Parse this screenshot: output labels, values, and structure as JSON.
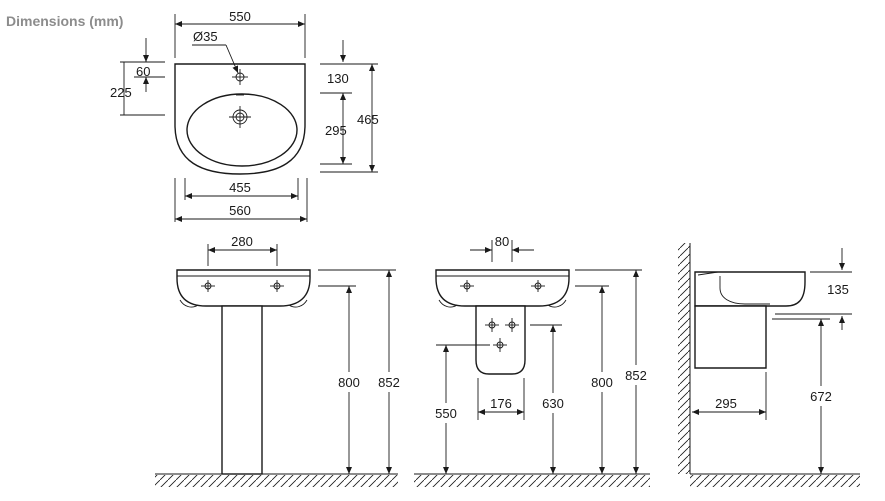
{
  "title": "Dimensions (mm)",
  "labels": {
    "top_width": "550",
    "hole_dia": "Ø35",
    "hole_offset": "60",
    "drain_offset": "225",
    "rim_depth": "130",
    "bowl_depth": "295",
    "total_depth": "465",
    "bowl_width": "455",
    "overall_width": "560",
    "front_spacing": "280",
    "front_pedestal_height": "800",
    "front_total_height": "852",
    "semi_spacing": "80",
    "semi_trap_height": "550",
    "semi_trap_width": "176",
    "semi_630": "630",
    "semi_800": "800",
    "semi_852": "852",
    "side_rim": "135",
    "side_depth": "295",
    "side_height": "672"
  }
}
